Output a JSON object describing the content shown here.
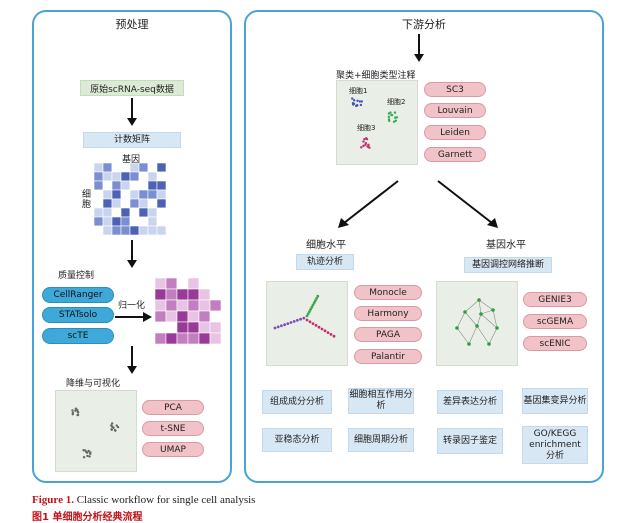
{
  "left": {
    "title": "预处理",
    "raw_data": "原始scRNA-seq数据",
    "count_matrix": "计数矩阵",
    "gene_label": "基因",
    "cell_label": "细胞",
    "qc_label": "质量控制",
    "qc_tools": [
      "CellRanger",
      "STATsolo",
      "scTE"
    ],
    "normalize_label": "归一化",
    "dimred_label": "降维与可视化",
    "dimred_tools": [
      "PCA",
      "t-SNE",
      "UMAP"
    ]
  },
  "right": {
    "title": "下游分析",
    "cluster_label": "聚类+细胞类型注释",
    "cluster_names": [
      "细胞1",
      "细胞2",
      "细胞3"
    ],
    "cluster_tools": [
      "SC3",
      "Louvain",
      "Leiden",
      "Garnett"
    ],
    "cell_level": "细胞水平",
    "trajectory": "轨迹分析",
    "trajectory_tools": [
      "Monocle",
      "Harmony",
      "PAGA",
      "Palantir"
    ],
    "gene_level": "基因水平",
    "grn": "基因调控网络推断",
    "grn_tools": [
      "GENIE3",
      "scGEMA",
      "scENIC"
    ],
    "analyses": [
      "组成成分分析",
      "细胞相互作用分析",
      "亚稳态分析",
      "细胞周期分析",
      "差异表达分析",
      "基因集变异分析",
      "转录因子鉴定",
      "GO/KEGG enrichment 分析"
    ]
  },
  "caption": {
    "label": "Figure 1.",
    "text": " Classic workflow for single cell analysis",
    "cn": "图1  单细胞分析经典流程"
  },
  "colors": {
    "panel_border": "#4aa3d6",
    "pink_pill": "#f1c3c8",
    "blue_pill": "#3ea8d8",
    "green_box": "#dcebd5",
    "blue_box": "#d7e7f4"
  }
}
